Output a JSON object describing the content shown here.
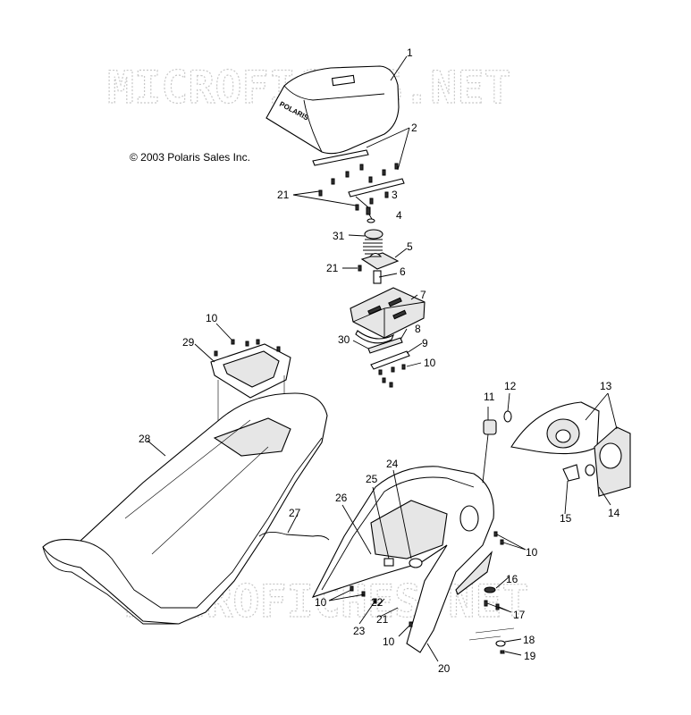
{
  "watermark": {
    "top": "MICROFICHES.NET",
    "bottom": "MICROFICHES.NET"
  },
  "copyright": "© 2003 Polaris Sales Inc.",
  "logo_text": "POLARIS",
  "callouts": {
    "c1": "1",
    "c2": "2",
    "c3": "3",
    "c4": "4",
    "c5": "5",
    "c6": "6",
    "c7": "7",
    "c8": "8",
    "c9": "9",
    "c10a": "10",
    "c10b": "10",
    "c10c": "10",
    "c10d": "10",
    "c10e": "10",
    "c11": "11",
    "c12": "12",
    "c13": "13",
    "c14": "14",
    "c15": "15",
    "c16": "16",
    "c17": "17",
    "c18": "18",
    "c19": "19",
    "c20": "20",
    "c21a": "21",
    "c21b": "21",
    "c21c": "21",
    "c22": "22",
    "c23": "23",
    "c24": "24",
    "c25": "25",
    "c26": "26",
    "c27": "27",
    "c28": "28",
    "c29": "29",
    "c30": "30",
    "c31": "31"
  }
}
